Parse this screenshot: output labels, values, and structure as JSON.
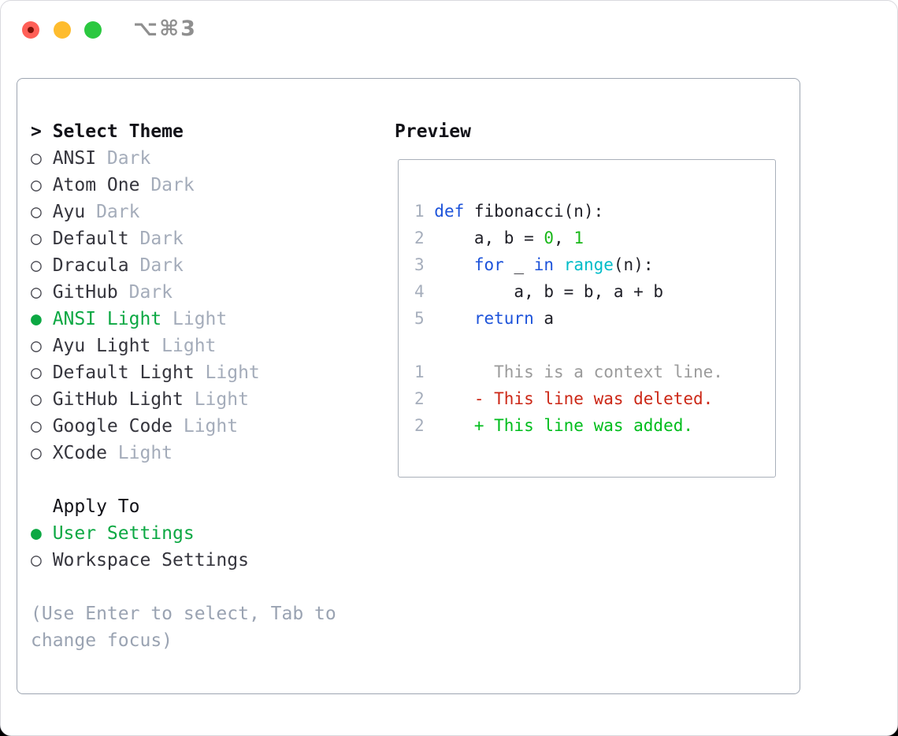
{
  "window": {
    "title": "⌥⌘3",
    "traffic_lights": {
      "red": "#ff5f57",
      "yellow": "#febc2e",
      "green": "#2bc840",
      "red_inner_dot": "#7d1007"
    }
  },
  "list": {
    "header": {
      "marker": ">",
      "label": "Select Theme"
    },
    "items": [
      {
        "marker": "○",
        "name": "ANSI",
        "variant": "Dark",
        "selected": false
      },
      {
        "marker": "○",
        "name": "Atom One",
        "variant": "Dark",
        "selected": false
      },
      {
        "marker": "○",
        "name": "Ayu",
        "variant": "Dark",
        "selected": false
      },
      {
        "marker": "○",
        "name": "Default",
        "variant": "Dark",
        "selected": false
      },
      {
        "marker": "○",
        "name": "Dracula",
        "variant": "Dark",
        "selected": false
      },
      {
        "marker": "○",
        "name": "GitHub",
        "variant": "Dark",
        "selected": false
      },
      {
        "marker": "●",
        "name": "ANSI Light",
        "variant": "Light",
        "selected": true
      },
      {
        "marker": "○",
        "name": "Ayu Light",
        "variant": "Light",
        "selected": false
      },
      {
        "marker": "○",
        "name": "Default Light",
        "variant": "Light",
        "selected": false
      },
      {
        "marker": "○",
        "name": "GitHub Light",
        "variant": "Light",
        "selected": false
      },
      {
        "marker": "○",
        "name": "Google Code",
        "variant": "Light",
        "selected": false
      },
      {
        "marker": "○",
        "name": "XCode",
        "variant": "Light",
        "selected": false
      }
    ]
  },
  "apply_to": {
    "label": "Apply To",
    "options": [
      {
        "marker": "●",
        "name": "User Settings",
        "selected": true
      },
      {
        "marker": "○",
        "name": "Workspace Settings",
        "selected": false
      }
    ]
  },
  "help_lines": [
    "(Use Enter to select, Tab to",
    "change focus)"
  ],
  "preview": {
    "label": "Preview",
    "code": [
      {
        "n": "1",
        "segs": [
          {
            "c": "fg",
            "t": " "
          },
          {
            "c": "kw",
            "t": "def"
          },
          {
            "c": "fg",
            "t": " fibonacci(n):"
          }
        ]
      },
      {
        "n": "2",
        "segs": [
          {
            "c": "fg",
            "t": "     a, b = "
          },
          {
            "c": "lit",
            "t": "0"
          },
          {
            "c": "fg",
            "t": ", "
          },
          {
            "c": "lit",
            "t": "1"
          }
        ]
      },
      {
        "n": "3",
        "segs": [
          {
            "c": "fg",
            "t": "     "
          },
          {
            "c": "kw",
            "t": "for"
          },
          {
            "c": "fg",
            "t": " _ "
          },
          {
            "c": "kw",
            "t": "in"
          },
          {
            "c": "fg",
            "t": " "
          },
          {
            "c": "fn",
            "t": "range"
          },
          {
            "c": "fg",
            "t": "(n):"
          }
        ]
      },
      {
        "n": "4",
        "segs": [
          {
            "c": "fg",
            "t": "         a, b = b, a + b"
          }
        ]
      },
      {
        "n": "5",
        "segs": [
          {
            "c": "fg",
            "t": "     "
          },
          {
            "c": "kw",
            "t": "return"
          },
          {
            "c": "fg",
            "t": " a"
          }
        ]
      }
    ],
    "diff": [
      {
        "n": "1",
        "segs": [
          {
            "c": "ctx",
            "t": "       This is a context line."
          }
        ]
      },
      {
        "n": "2",
        "segs": [
          {
            "c": "del",
            "t": "     - This line was deleted."
          }
        ]
      },
      {
        "n": "2",
        "segs": [
          {
            "c": "add",
            "t": "     + This line was added."
          }
        ]
      }
    ]
  },
  "colors": {
    "accent_green": "#0ca843",
    "keyword_blue": "#1d53da",
    "function_cyan": "#00bcc8",
    "literal_green": "#1bb81b",
    "deleted_red": "#cc2817",
    "added_green": "#00bd1c",
    "muted_variant_gray": "#a4acba",
    "context_gray": "#9b9b9b",
    "line_number_gray": "#a6aebc",
    "panel_border_gray": "#9ea6b2",
    "title_gray": "#8f8f8f"
  }
}
